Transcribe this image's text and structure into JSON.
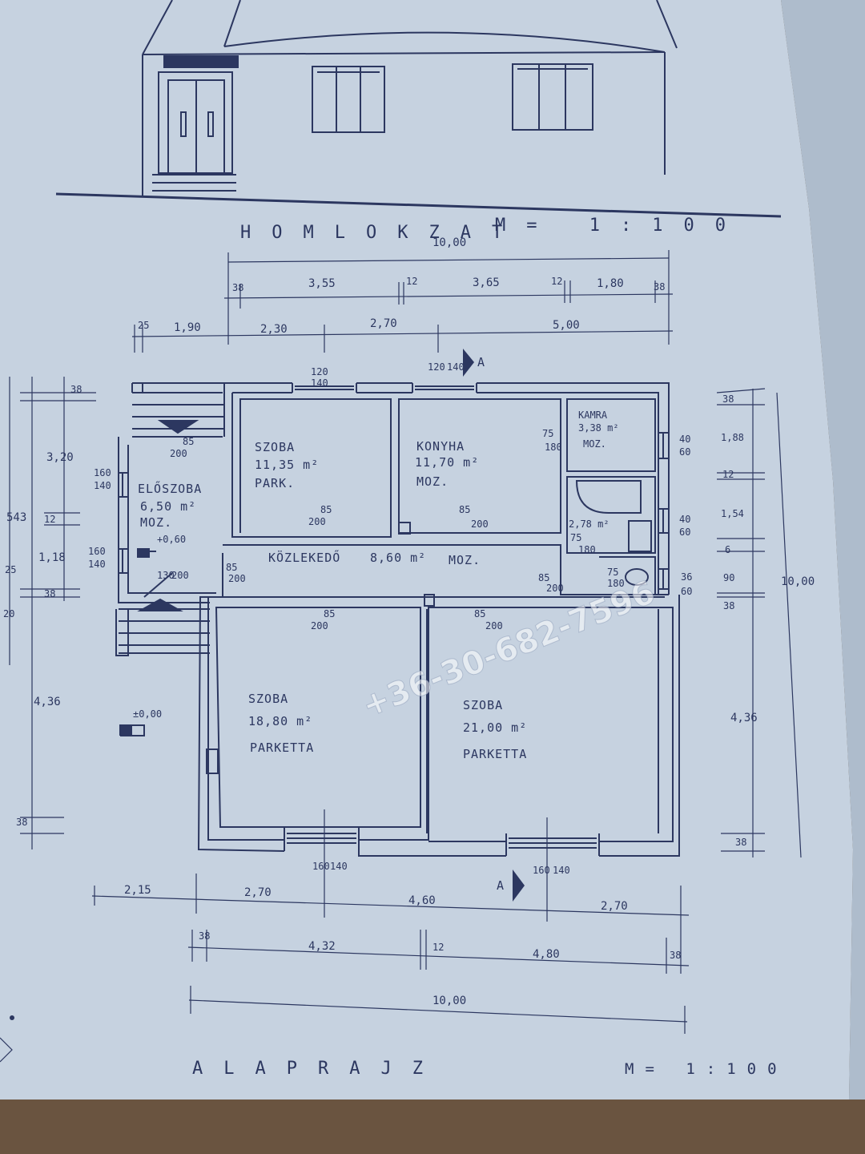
{
  "titles": {
    "elevation": "HOMLOKZAT",
    "elevation_scale": "M= 1:100",
    "plan": "ALAPRAJZ",
    "plan_scale": "M= 1:100"
  },
  "watermark": "+36-30-682-7596",
  "section_marker": "A",
  "rooms": {
    "eloszoba": {
      "name": "ELŐSZOBA",
      "area": "6,50 m²",
      "floor": "MOZ.",
      "level": "+0,60"
    },
    "szoba_small": {
      "name": "SZOBA",
      "area": "11,35 m²",
      "floor": "PARK."
    },
    "konyha": {
      "name": "KONYHA",
      "area": "11,70 m²",
      "floor": "MOZ."
    },
    "kamra": {
      "name": "KAMRA",
      "area": "3,38 m²",
      "floor": "MOZ."
    },
    "furdo": {
      "area": "2,78 m²"
    },
    "kozlekedo": {
      "name": "KÖZLEKEDŐ",
      "area": "8,60 m²",
      "floor": "MOZ."
    },
    "szoba_left": {
      "name": "SZOBA",
      "area": "18,80 m²",
      "floor": "PARKETTA"
    },
    "szoba_right": {
      "name": "SZOBA",
      "area": "21,00 m²",
      "floor": "PARKETTA"
    }
  },
  "ground_level": "±0,00",
  "dims": {
    "top_total": "10,00",
    "top_chain_1": [
      "38",
      "3,55",
      "12",
      "3,65",
      "12",
      "1,80",
      "38"
    ],
    "top_chain_2": [
      "25",
      "1,90",
      "2,30",
      "2,70",
      "5,00"
    ],
    "bottom_chain_1": [
      "2,15",
      "2,70",
      "4,60",
      "2,70"
    ],
    "bottom_chain_2": [
      "38",
      "4,32",
      "12",
      "4,80",
      "38"
    ],
    "bottom_total": "10,00",
    "right_chain": [
      "38",
      "1,88",
      "12",
      "1,54",
      "6",
      "90",
      "38",
      "4,36",
      "38"
    ],
    "right_total": "10,00",
    "left_chain": [
      "38",
      "3,20",
      "12",
      "1,18",
      "25",
      "38",
      "4,36",
      "38"
    ],
    "left_extra": [
      "543",
      "20"
    ],
    "openings": {
      "w_top_1": [
        "120",
        "140"
      ],
      "w_top_2": [
        "120",
        "140"
      ],
      "w_bottom_1": [
        "160",
        "140"
      ],
      "w_bottom_2": [
        "160",
        "140"
      ],
      "w_left_1": [
        "160",
        "140"
      ],
      "w_left_2": [
        "160",
        "140"
      ],
      "w_right_1": [
        "40",
        "60"
      ],
      "w_right_2": [
        "40",
        "60"
      ],
      "w_right_3": [
        "36",
        "60"
      ],
      "d_entry": [
        "85",
        "200"
      ],
      "d_szoba": [
        "85",
        "200"
      ],
      "d_konyha": [
        "85",
        "200"
      ],
      "d_kamra": [
        "75",
        "180"
      ],
      "d_furdo": [
        "75",
        "180"
      ],
      "d_wc": [
        "75",
        "180"
      ],
      "d_hall": [
        "85",
        "200"
      ],
      "d_szoba_l": [
        "85",
        "200"
      ],
      "d_szoba_r": [
        "85",
        "200"
      ],
      "d_front": [
        "130",
        "200"
      ]
    }
  }
}
